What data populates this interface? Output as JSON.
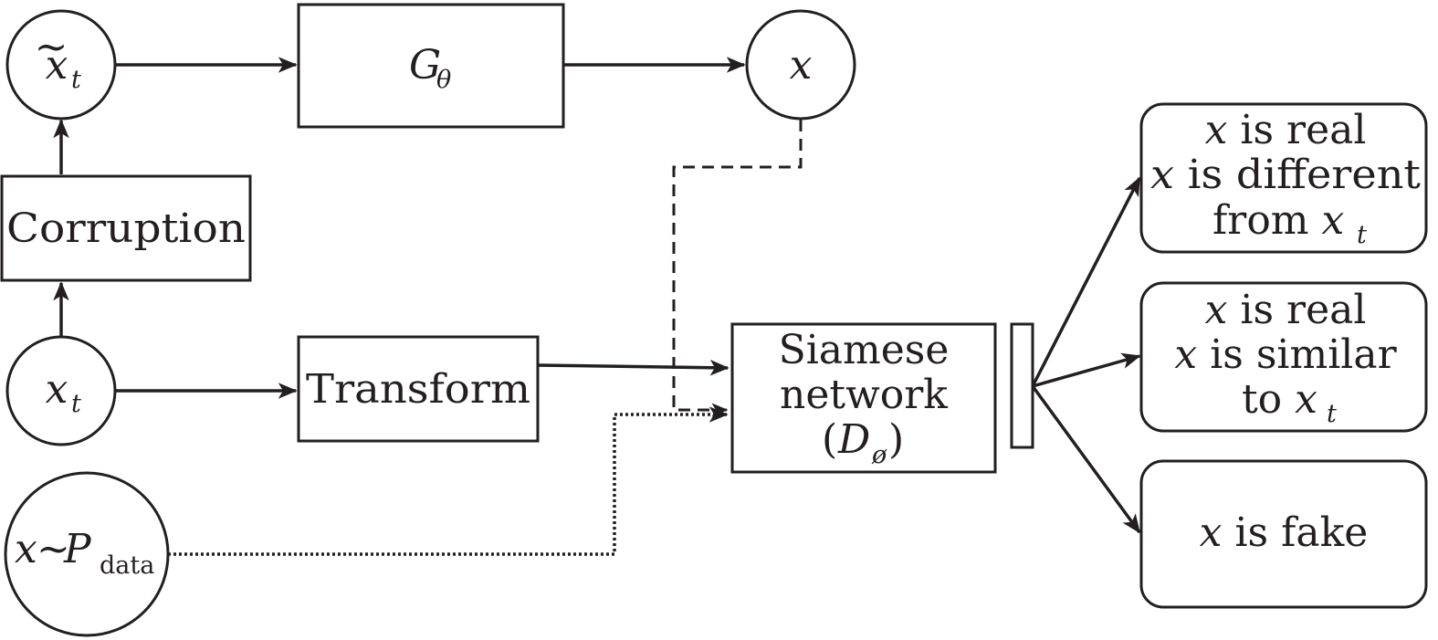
{
  "nodes": {
    "x_tilde_t": {
      "symbol": "x",
      "accent": "~",
      "subscript": "t"
    },
    "generator": {
      "symbol": "G",
      "subscript": "θ"
    },
    "x_out": {
      "symbol": "x"
    },
    "corruption": {
      "label": "Corruption"
    },
    "x_t": {
      "symbol": "x",
      "subscript": "t"
    },
    "transform": {
      "label": "Transform"
    },
    "data_sample": {
      "symbol_x": "x",
      "tilde": "~",
      "symbol_p": "P",
      "subscript": "data"
    },
    "siamese": {
      "line1": "Siamese",
      "line2": "network",
      "symbol_open": "(",
      "symbol": "D",
      "subscript": "ø",
      "symbol_close": ")"
    }
  },
  "outputs": {
    "real_different": {
      "line1_x": "x",
      "line1_rest": " is real",
      "line2_x": "x",
      "line2_rest": " is different",
      "line3_pre": "from ",
      "line3_x": "x",
      "line3_sub": "t"
    },
    "real_similar": {
      "line1_x": "x",
      "line1_rest": " is real",
      "line2_x": "x",
      "line2_rest": " is similar",
      "line3_pre": "to ",
      "line3_x": "x",
      "line3_sub": "t"
    },
    "fake": {
      "line1_x": "x",
      "line1_rest": " is fake"
    }
  }
}
